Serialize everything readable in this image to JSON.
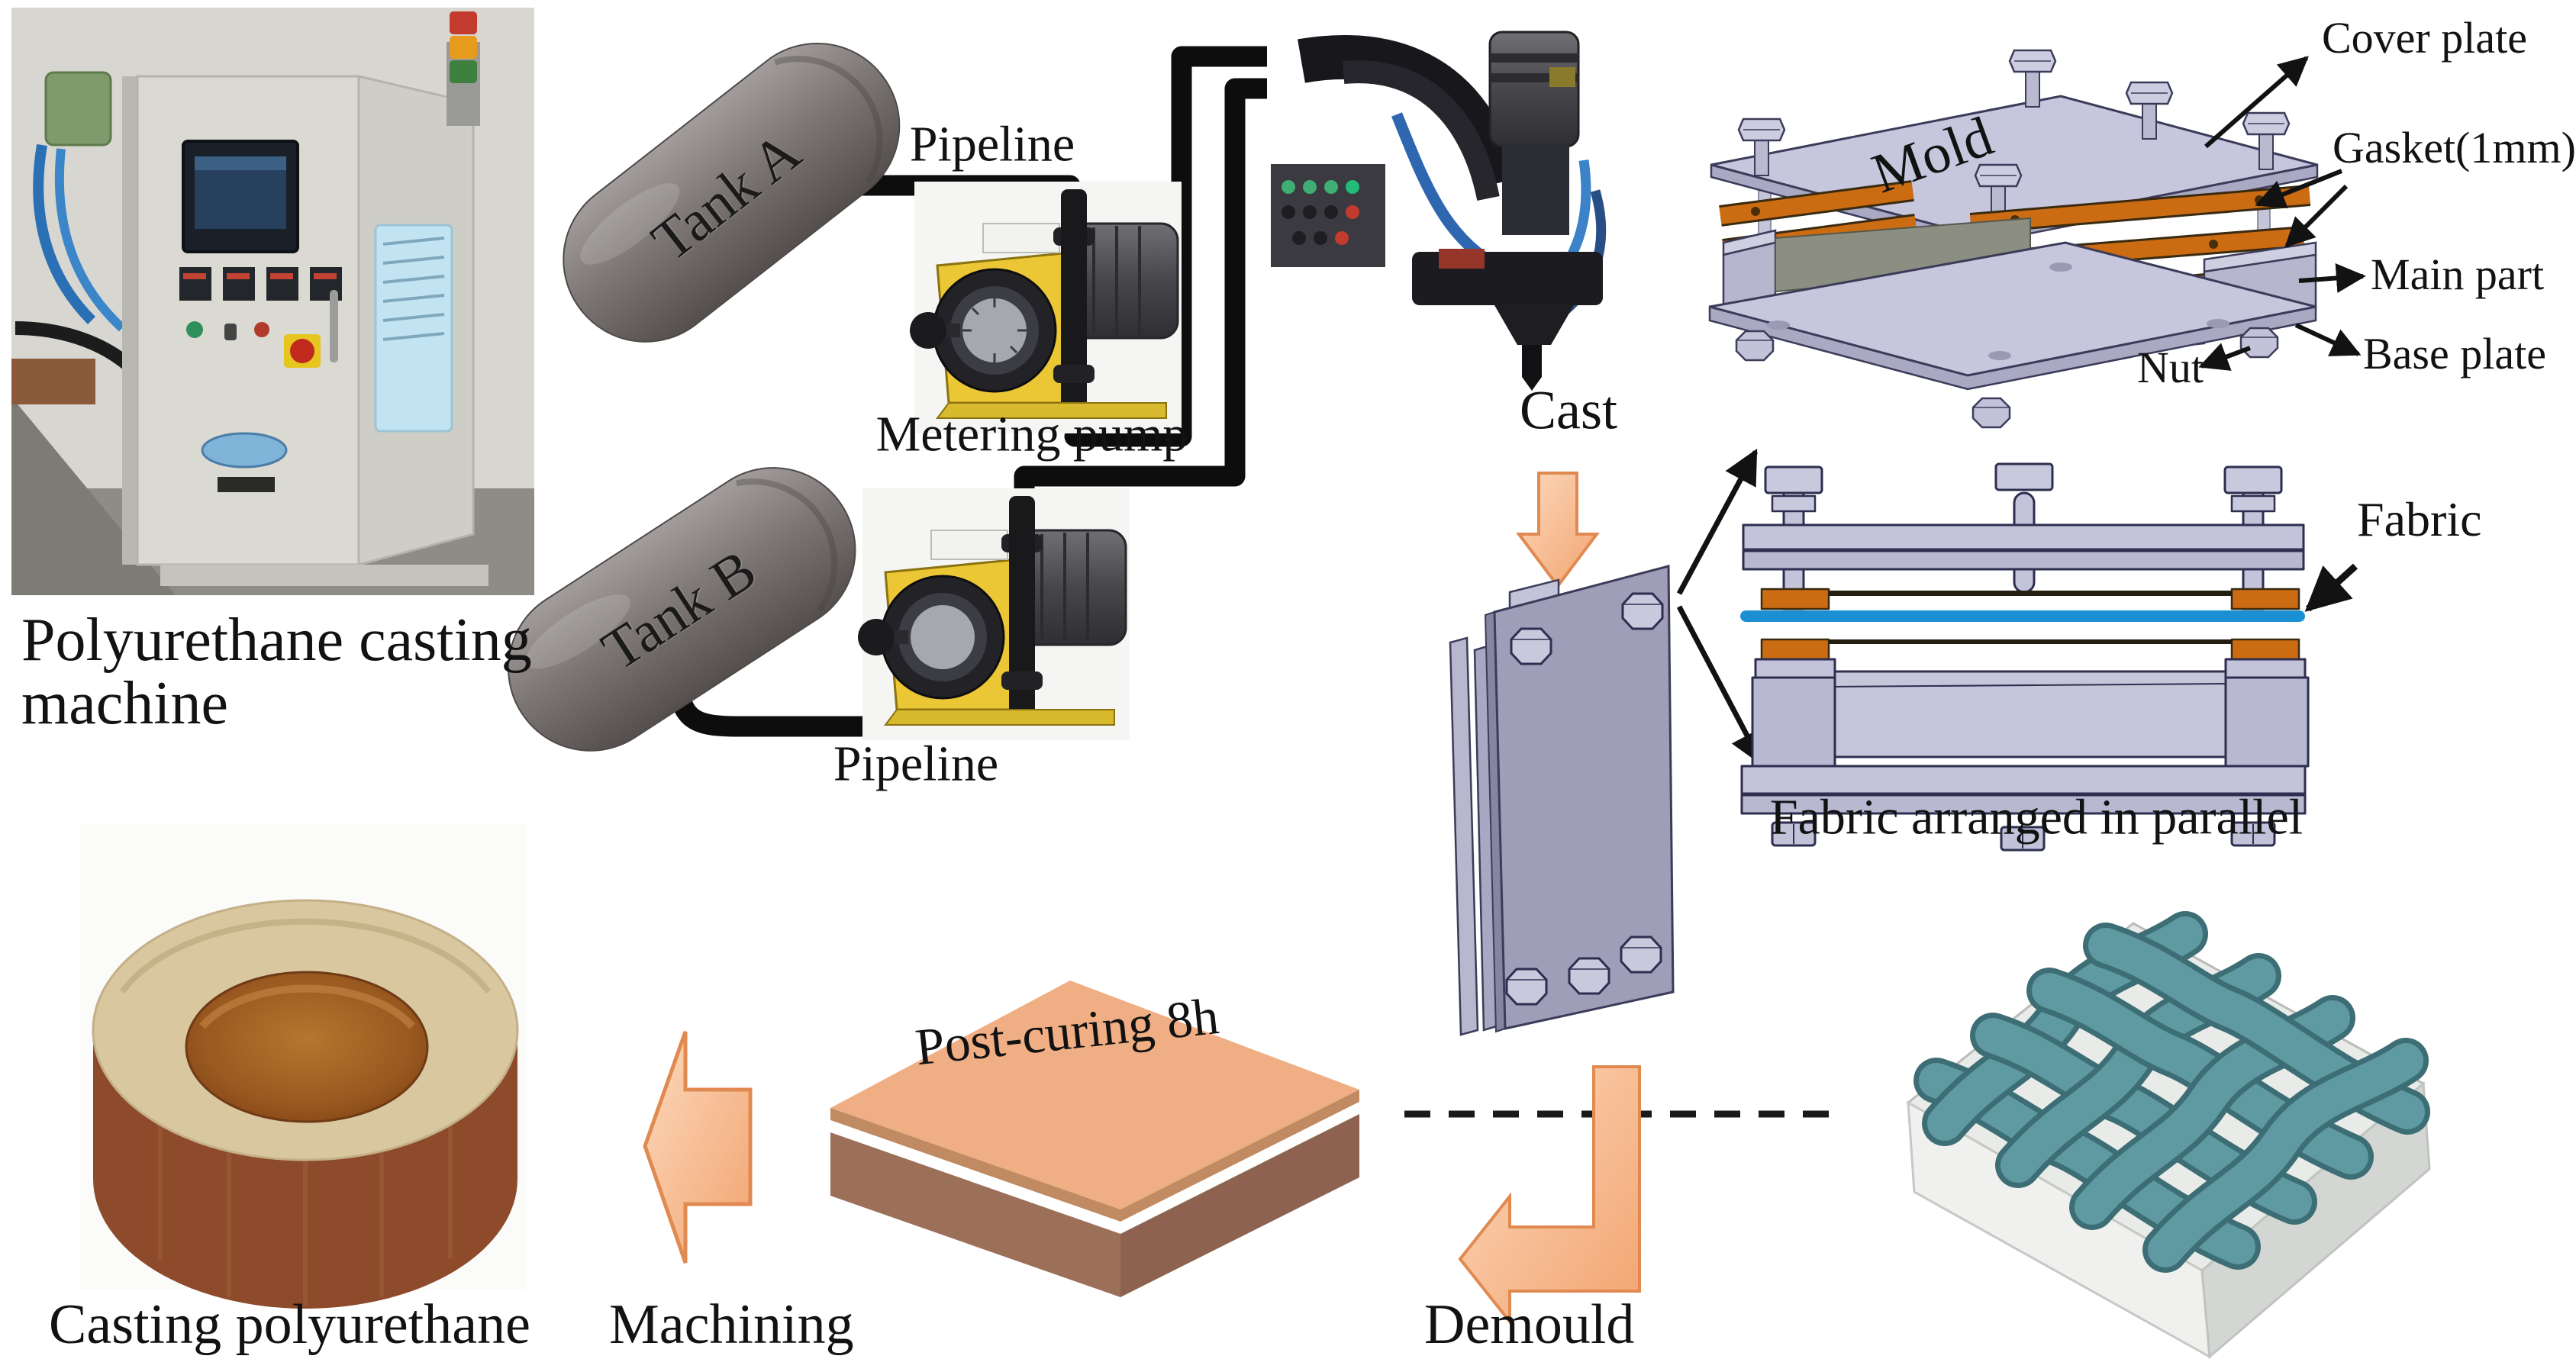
{
  "labels": {
    "machine_caption_line1": "Polyurethane casting",
    "machine_caption_line2": "machine",
    "tank_a": "Tank A",
    "tank_b": "Tank B",
    "pipeline_top": "Pipeline",
    "pipeline_bottom": "Pipeline",
    "metering_pump": "Metering pump",
    "cast": "Cast",
    "mold": "Mold",
    "cover_plate": "Cover plate",
    "gasket": "Gasket(1mm)",
    "main_part": "Main part",
    "base_plate": "Base plate",
    "nut": "Nut",
    "fabric": "Fabric",
    "fabric_parallel": "Fabric arranged in parallel",
    "post_curing": "Post-curing 8h",
    "machining": "Machining",
    "demould": "Demould",
    "casting_polyurethane": "Casting polyurethane"
  },
  "colors": {
    "ink": "#121212",
    "pipe": "#0d0d0d",
    "arrowFill": "#f5b488",
    "arrowFillLight": "#fcd9bd",
    "arrowStroke": "#e08a52",
    "gasket": "#cc6c12",
    "plate": "#c3c3da",
    "plateDark": "#b0b0c9",
    "plateLine": "#34345c",
    "fabricBlue": "#1b8fd4",
    "weave": "#5f99a1",
    "weaveDark": "#3d6e75",
    "boxTop": "#efae83",
    "boxLeft": "#9c6f59",
    "boxRight": "#8d6350",
    "pumpYellow": "#ecc735",
    "tankLight": "#9a9594",
    "tankDark": "#57504e",
    "cubeTop": "#e9ebe8",
    "cubeLeft": "#f0f1ee",
    "cubeRight": "#d3d6d3"
  }
}
